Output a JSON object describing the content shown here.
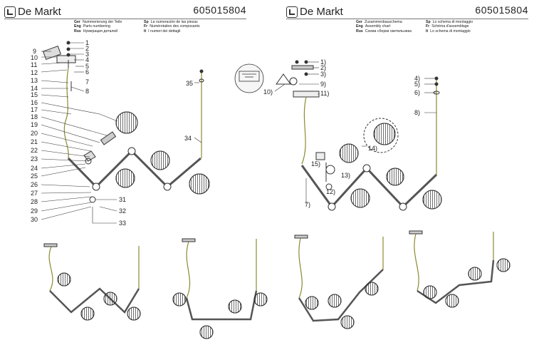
{
  "brand": "De Markt",
  "product_code": "605015804",
  "left_header": [
    {
      "k": "Ger",
      "v": "Nummerierung der Teile"
    },
    {
      "k": "Eng",
      "v": "Parts numbering"
    },
    {
      "k": "Rus",
      "v": "Нумерация деталей"
    },
    {
      "k": "Sp",
      "v": "La numeración de las piezas"
    },
    {
      "k": "Fr",
      "v": "Numérotation des composants"
    },
    {
      "k": "It",
      "v": "I numeri dei dettagli"
    }
  ],
  "right_header": [
    {
      "k": "Ger",
      "v": "Zusammenbauschema"
    },
    {
      "k": "Eng",
      "v": "Assembly chart"
    },
    {
      "k": "Rus",
      "v": "Схема сборки светильника"
    },
    {
      "k": "Sp",
      "v": "Lo schema di montaggio"
    },
    {
      "k": "Fr",
      "v": "Schéma d'assemblage"
    },
    {
      "k": "It",
      "v": "Lo schema di montaggio"
    }
  ],
  "parts_left": [
    "1",
    "2",
    "3",
    "4",
    "5",
    "6",
    "7",
    "8",
    "9",
    "10",
    "11",
    "12",
    "13",
    "14",
    "15",
    "16",
    "17",
    "18",
    "19",
    "20",
    "21",
    "22",
    "23",
    "24",
    "25",
    "26",
    "27",
    "28",
    "29",
    "30",
    "31",
    "32",
    "33",
    "34",
    "35"
  ],
  "parts_right": [
    "1)",
    "2)",
    "3)",
    "4)",
    "5)",
    "6)",
    "7)",
    "8)",
    "9)",
    "10)",
    "11)",
    "12)",
    "13)",
    "14)",
    "15)"
  ]
}
